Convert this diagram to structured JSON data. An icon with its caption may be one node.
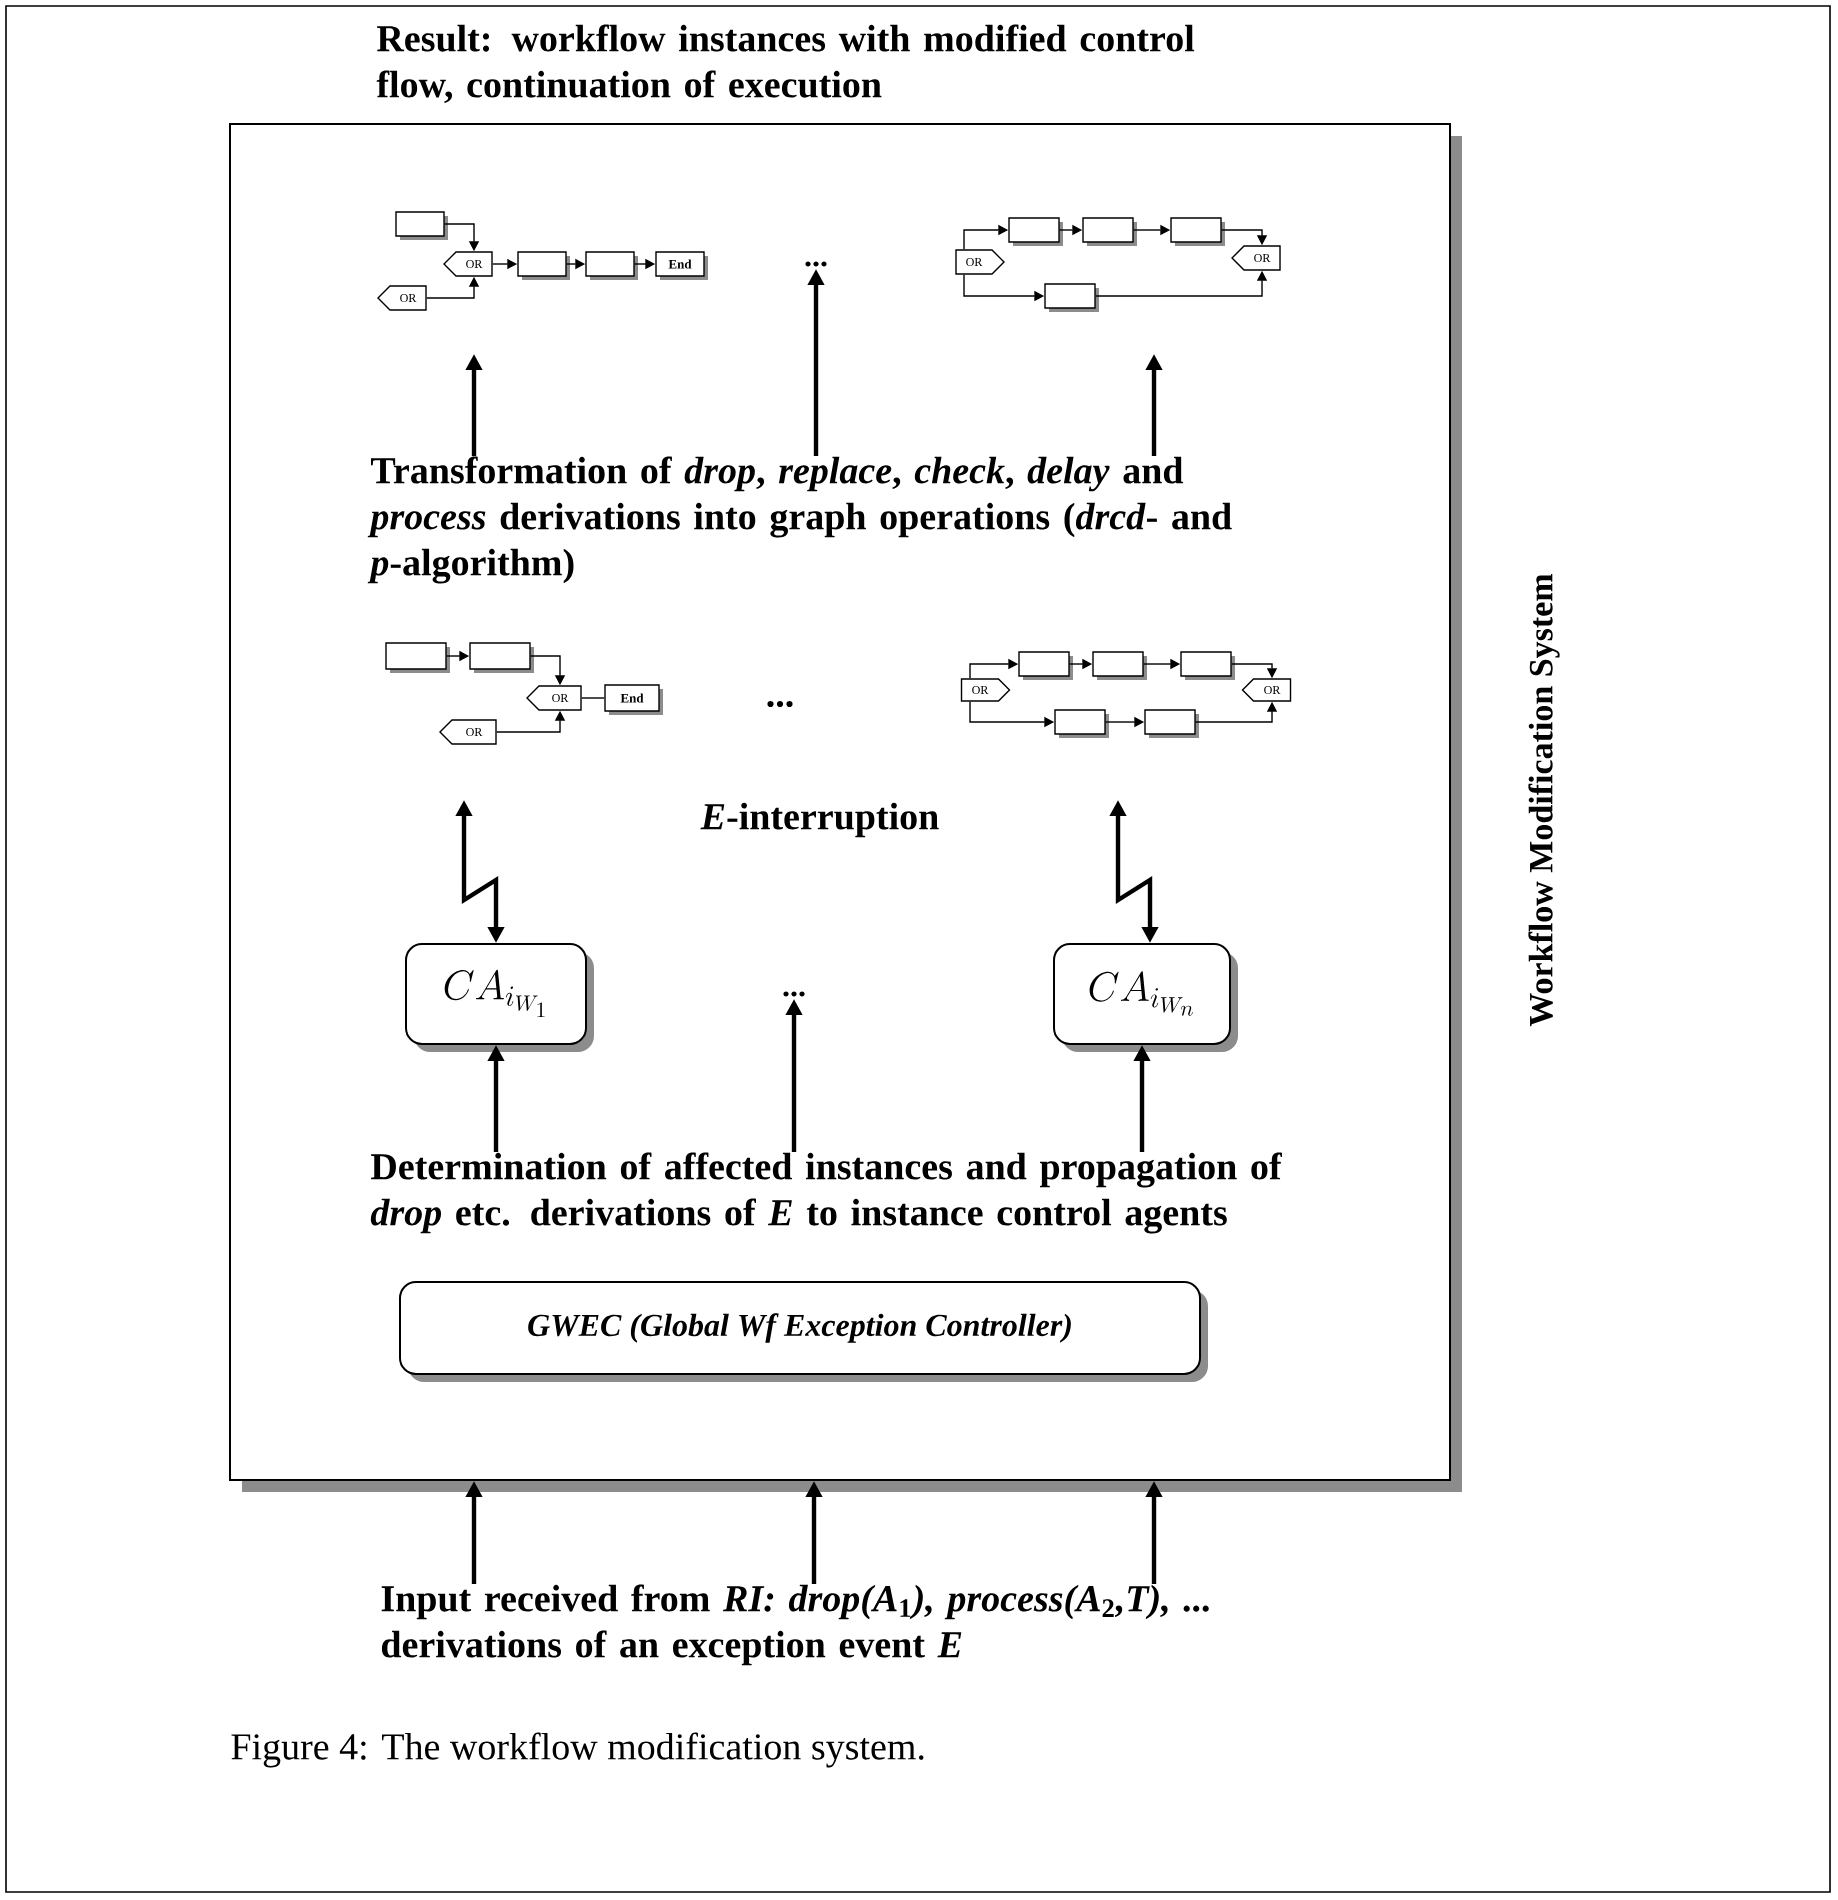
{
  "diagram": {
    "caption": "Figure 4: The workflow modification system.",
    "nodes": [
      {
        "text": [
          "Workflow Modification System"
        ]
      },
      {
        "text": [],
        "shape": "box",
        "in": 0
      },
      {
        "text": [
          "OR"
        ],
        "in": 0
      },
      {
        "text": [
          "OR"
        ],
        "in": 0
      },
      {
        "text": [],
        "shape": "box",
        "in": 0
      },
      {
        "text": [],
        "shape": "box",
        "in": 0
      },
      {
        "text": [
          "End"
        ],
        "in": 0
      },
      {
        "text": [
          "..."
        ],
        "in": 0
      },
      {
        "text": [
          "OR"
        ],
        "in": 0
      },
      {
        "text": [],
        "shape": "box",
        "in": 0
      },
      {
        "text": [],
        "shape": "box",
        "in": 0
      },
      {
        "text": [],
        "shape": "box",
        "in": 0
      },
      {
        "text": [],
        "shape": "box",
        "in": 0
      },
      {
        "text": [
          "OR"
        ],
        "in": 0
      },
      {
        "text": [
          "Transformation of *drop*, *replace*, *check*, *delay* and *process* derivations into graph operations (*drcd*- and *p*-algorithm)"
        ],
        "in": 0
      },
      {
        "text": [],
        "shape": "box",
        "in": 0
      },
      {
        "text": [],
        "shape": "box",
        "in": 0
      },
      {
        "text": [
          "OR"
        ],
        "in": 0
      },
      {
        "text": [
          "OR"
        ],
        "in": 0
      },
      {
        "text": [
          "End"
        ],
        "in": 0
      },
      {
        "text": [
          "OR"
        ],
        "in": 0
      },
      {
        "text": [],
        "shape": "box",
        "in": 0
      },
      {
        "text": [],
        "shape": "box",
        "in": 0
      },
      {
        "text": [],
        "shape": "box",
        "in": 0
      },
      {
        "text": [],
        "shape": "box",
        "in": 0
      },
      {
        "text": [],
        "shape": "box",
        "in": 0
      },
      {
        "text": [
          "OR"
        ],
        "in": 0
      },
      {
        "text": [
          "CA_{i_{W_1}}"
        ],
        "in": 0
      },
      {
        "text": [
          "..."
        ],
        "in": 0
      },
      {
        "text": [
          "CA_{i_{W_n}}"
        ],
        "in": 0
      },
      {
        "text": [
          "Determination of affected instances and propagation of *drop* etc. derivations of *E* to instance control agents"
        ],
        "in": 0
      },
      {
        "text": [
          "GWEC (Global Wf Exception Controller)"
        ],
        "in": 0
      },
      {
        "text": [
          "Input received from *RI:* *drop(A*$_{1}$*), process(A*$_{2}$*,T), ...* derivations of an exception event *E*"
        ]
      }
    ],
    "edges": [
      {
        "from": 1,
        "to": 2,
        "arrow": "to"
      },
      {
        "from": 3,
        "to": 2,
        "arrow": "to"
      },
      {
        "from": 2,
        "to": 4,
        "arrow": "to"
      },
      {
        "from": 4,
        "to": 5,
        "arrow": "to"
      },
      {
        "from": 5,
        "to": 6,
        "arrow": "to"
      },
      {
        "from": 8,
        "to": 9,
        "arrow": "to"
      },
      {
        "from": 9,
        "to": 10,
        "arrow": "to"
      },
      {
        "from": 10,
        "to": 11,
        "arrow": "to"
      },
      {
        "from": 11,
        "to": 13,
        "arrow": "to"
      },
      {
        "from": 8,
        "to": 12,
        "arrow": "to"
      },
      {
        "from": 12,
        "to": 13,
        "arrow": "to"
      },
      {
        "from": 14,
        "to": null,
        "arrow": "to",
        "style": "thick"
      },
      {
        "from": 14,
        "to": 7,
        "arrow": "to",
        "style": "thick"
      },
      {
        "from": 14,
        "to": null,
        "arrow": "to",
        "style": "thick"
      },
      {
        "from": 15,
        "to": 16,
        "arrow": "to"
      },
      {
        "from": 16,
        "to": 17,
        "arrow": "to"
      },
      {
        "from": 18,
        "to": 17,
        "arrow": "to"
      },
      {
        "from": 17,
        "to": 19,
        "arrow": "none"
      },
      {
        "from": 20,
        "to": 21,
        "arrow": "to"
      },
      {
        "from": 21,
        "to": 22,
        "arrow": "to"
      },
      {
        "from": 22,
        "to": 23,
        "arrow": "to"
      },
      {
        "from": 23,
        "to": 26,
        "arrow": "to"
      },
      {
        "from": 20,
        "to": 24,
        "arrow": "to"
      },
      {
        "from": 24,
        "to": 25,
        "arrow": "to"
      },
      {
        "from": 25,
        "to": 26,
        "arrow": "to"
      },
      {
        "from": 27,
        "to": null,
        "arrow": "both",
        "style": "thick"
      },
      {
        "from": 29,
        "to": null,
        "arrow": "both",
        "style": "thick"
      },
      {
        "from": 30,
        "to": 27,
        "arrow": "to",
        "style": "thick"
      },
      {
        "from": 30,
        "to": 28,
        "arrow": "to",
        "style": "thick"
      },
      {
        "from": 30,
        "to": 29,
        "arrow": "to",
        "style": "thick"
      },
      {
        "from": 32,
        "to": 0,
        "arrow": "to",
        "style": "thick"
      },
      {
        "from": 32,
        "to": 0,
        "arrow": "to",
        "style": "thick"
      },
      {
        "from": 32,
        "to": 0,
        "arrow": "to",
        "style": "thick"
      }
    ],
    "labels": [
      "Result: workflow instances with modified control flow, continuation of execution",
      "...",
      "*E*-interruption"
    ]
  }
}
